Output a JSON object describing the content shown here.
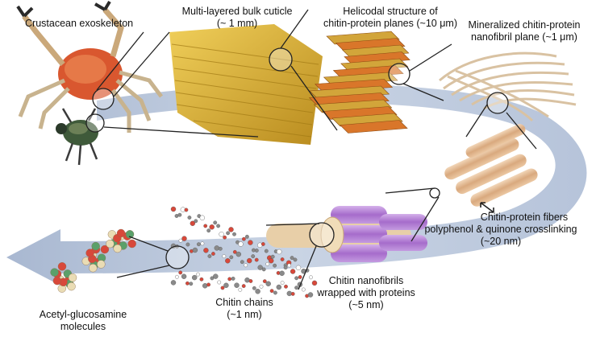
{
  "labels": {
    "crustacean": "Crustacean exoskeleton",
    "cuticle_line1": "Multi-layered bulk cuticle",
    "cuticle_line2": "(~ 1 mm)",
    "helicoidal_line1": "Helicodal structure of",
    "helicoidal_line2": "chitin-protein planes (~10 μm)",
    "mineralized_line1": "Mineralized chitin-protein",
    "mineralized_line2": "nanofibril plane (~1 μm)",
    "fibers_line1": "Chitin-protein fibers",
    "fibers_line2": "polyphenol & quinone crosslinking",
    "fibers_line3": "(~20 nm)",
    "nanofibrils_line1": "Chitin nanofibrils",
    "nanofibrils_line2": "wrapped with proteins",
    "nanofibrils_line3": "(~5 nm)",
    "chains_line1": "Chitin chains",
    "chains_line2": "(~1 nm)",
    "molecules_line1": "Acetyl-glucosamine",
    "molecules_line2": "molecules"
  },
  "colors": {
    "arrow": "#b7c4d9",
    "cuticle": "#d9b23a",
    "helix_orange": "#d9762a",
    "helix_gold": "#d2a53a",
    "fiber": "#e2b994",
    "nanofibril_purple": "#b17fd0",
    "atom_red": "#d8483a",
    "atom_grey": "#8a8a8a",
    "atom_green": "#5aa06a",
    "atom_cream": "#eadcb4"
  }
}
